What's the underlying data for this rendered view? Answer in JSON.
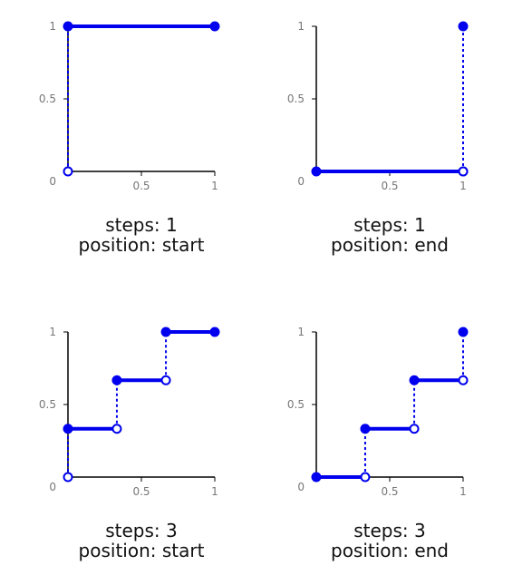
{
  "colors": {
    "step": "#0000ee",
    "axis": "#000000",
    "tick_text": "#777777",
    "caption": "#111111"
  },
  "chart_data": [
    {
      "type": "line",
      "interpolation": "step",
      "title_lines": [
        "steps: 1",
        "position: start"
      ],
      "xlim": [
        0,
        1
      ],
      "ylim": [
        0,
        1
      ],
      "x_ticks": [
        {
          "value": 0.5,
          "label": "0.5"
        },
        {
          "value": 1,
          "label": "1"
        }
      ],
      "y_ticks": [
        {
          "value": 0.5,
          "label": "0.5"
        },
        {
          "value": 1,
          "label": "1"
        }
      ],
      "origin_label": "0",
      "segments": [
        {
          "x0": 0,
          "x1": 1,
          "y": 1,
          "start_closed": true,
          "end_closed": true
        }
      ],
      "jumps": [
        {
          "x": 0,
          "from": 0,
          "to": 1,
          "from_closed": false
        }
      ]
    },
    {
      "type": "line",
      "interpolation": "step",
      "title_lines": [
        "steps: 1",
        "position: end"
      ],
      "xlim": [
        0,
        1
      ],
      "ylim": [
        0,
        1
      ],
      "x_ticks": [
        {
          "value": 0.5,
          "label": "0.5"
        },
        {
          "value": 1,
          "label": "1"
        }
      ],
      "y_ticks": [
        {
          "value": 0.5,
          "label": "0.5"
        },
        {
          "value": 1,
          "label": "1"
        }
      ],
      "origin_label": "0",
      "segments": [
        {
          "x0": 0,
          "x1": 1,
          "y": 0,
          "start_closed": true,
          "end_closed": false
        }
      ],
      "jumps": [
        {
          "x": 1,
          "from": 0,
          "to": 1,
          "from_closed": false
        }
      ],
      "isolated_points": [
        {
          "x": 1,
          "y": 1
        }
      ]
    },
    {
      "type": "line",
      "interpolation": "step",
      "title_lines": [
        "steps: 3",
        "position: start"
      ],
      "xlim": [
        0,
        1
      ],
      "ylim": [
        0,
        1
      ],
      "x_ticks": [
        {
          "value": 0.5,
          "label": "0.5"
        },
        {
          "value": 1,
          "label": "1"
        }
      ],
      "y_ticks": [
        {
          "value": 0.5,
          "label": "0.5"
        },
        {
          "value": 1,
          "label": "1"
        }
      ],
      "origin_label": "0",
      "segments": [
        {
          "x0": 0,
          "x1": 0.333,
          "y": 0.333,
          "start_closed": true,
          "end_closed": false
        },
        {
          "x0": 0.333,
          "x1": 0.667,
          "y": 0.667,
          "start_closed": true,
          "end_closed": false
        },
        {
          "x0": 0.667,
          "x1": 1,
          "y": 1,
          "start_closed": true,
          "end_closed": true
        }
      ],
      "jumps": [
        {
          "x": 0,
          "from": 0,
          "to": 0.333,
          "from_closed": false
        },
        {
          "x": 0.333,
          "from": 0.333,
          "to": 0.667
        },
        {
          "x": 0.667,
          "from": 0.667,
          "to": 1
        }
      ]
    },
    {
      "type": "line",
      "interpolation": "step",
      "title_lines": [
        "steps: 3",
        "position: end"
      ],
      "xlim": [
        0,
        1
      ],
      "ylim": [
        0,
        1
      ],
      "x_ticks": [
        {
          "value": 0.5,
          "label": "0.5"
        },
        {
          "value": 1,
          "label": "1"
        }
      ],
      "y_ticks": [
        {
          "value": 0.5,
          "label": "0.5"
        },
        {
          "value": 1,
          "label": "1"
        }
      ],
      "origin_label": "0",
      "segments": [
        {
          "x0": 0,
          "x1": 0.333,
          "y": 0,
          "start_closed": true,
          "end_closed": false
        },
        {
          "x0": 0.333,
          "x1": 0.667,
          "y": 0.333,
          "start_closed": true,
          "end_closed": false
        },
        {
          "x0": 0.667,
          "x1": 1,
          "y": 0.667,
          "start_closed": true,
          "end_closed": false
        }
      ],
      "jumps": [
        {
          "x": 0.333,
          "from": 0,
          "to": 0.333
        },
        {
          "x": 0.667,
          "from": 0.333,
          "to": 0.667
        },
        {
          "x": 1,
          "from": 0.667,
          "to": 1
        }
      ],
      "isolated_points": [
        {
          "x": 1,
          "y": 1
        }
      ]
    }
  ]
}
